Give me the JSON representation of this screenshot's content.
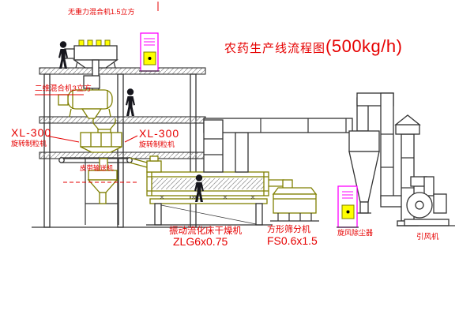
{
  "title": {
    "prefix": "农药生产线流程图",
    "capacity": "(500kg/h)"
  },
  "labels": {
    "top_mixer": "无重力混合机1.5立方",
    "mid_mixer": "二维混合机3立方",
    "granulator_left_model": "XL-300",
    "granulator_left_name": "旋转制粒机",
    "granulator_center_model": "XL-300",
    "granulator_center_name": "旋转制粒机",
    "belt_conveyor": "皮带输送机",
    "dryer_name": "振动流化床干燥机",
    "dryer_model": "ZLG6x0.75",
    "sieve_name": "方形筛分机",
    "sieve_model": "FS0.6x1.5",
    "cyclone": "旋风除尘器",
    "fan": "引风机"
  },
  "colors": {
    "label_red": "#e60000",
    "equipment_olive": "#7f7f00",
    "equipment_yellow": "#ffff00",
    "cabinet_magenta": "#ff00ff",
    "line_dark": "#333333",
    "figure_dark": "#16161d",
    "background": "#ffffff"
  }
}
